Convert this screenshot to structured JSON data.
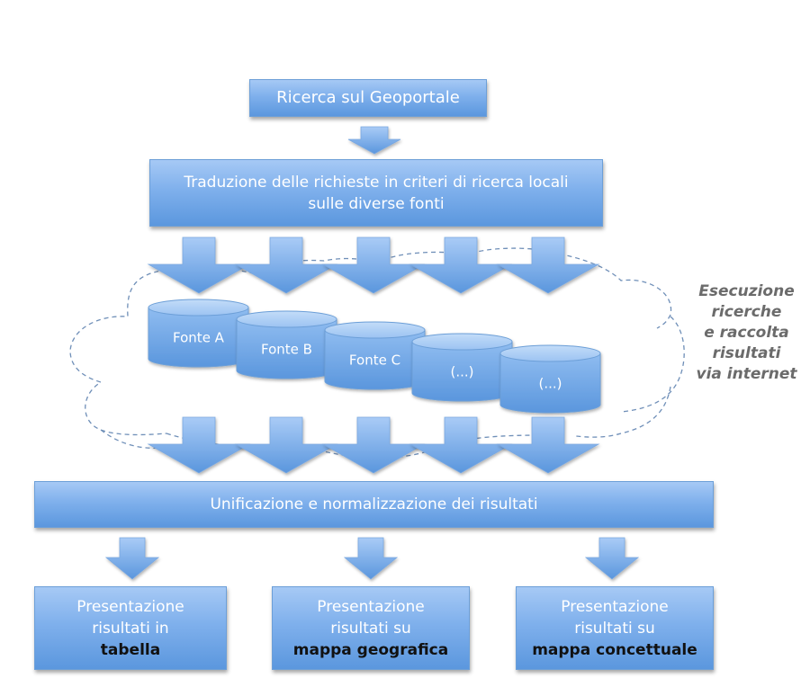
{
  "diagram": {
    "title_box": {
      "label": "Ricerca sul Geoportale"
    },
    "translation_box": {
      "lines": [
        "Traduzione delle richieste in criteri di ricerca locali",
        "sulle diverse fonti"
      ]
    },
    "sources": [
      {
        "label": "Fonte A"
      },
      {
        "label": "Fonte B"
      },
      {
        "label": "Fonte C"
      },
      {
        "label": "(...)"
      },
      {
        "label": "(...)"
      }
    ],
    "cloud_caption": {
      "lines": [
        "Esecuzione",
        "ricerche",
        "e raccolta",
        "risultati",
        "via internet"
      ]
    },
    "unification_box": {
      "label": "Unificazione e normalizzazione dei risultati"
    },
    "outputs": [
      {
        "line1": "Presentazione",
        "line2": "risultati in",
        "emphasis": "tabella"
      },
      {
        "line1": "Presentazione",
        "line2": "risultati su",
        "emphasis": "mappa geografica"
      },
      {
        "line1": "Presentazione",
        "line2": "risultati su",
        "emphasis": "mappa concettuale"
      }
    ],
    "colors": {
      "box_fill_top": "#a6c9f5",
      "box_fill_bottom": "#5b97de",
      "box_border": "#6c9fd8",
      "cloud_dash": "#6f8fb8",
      "caption_text": "#6b6b6b",
      "emphasis_text": "#111111"
    }
  }
}
